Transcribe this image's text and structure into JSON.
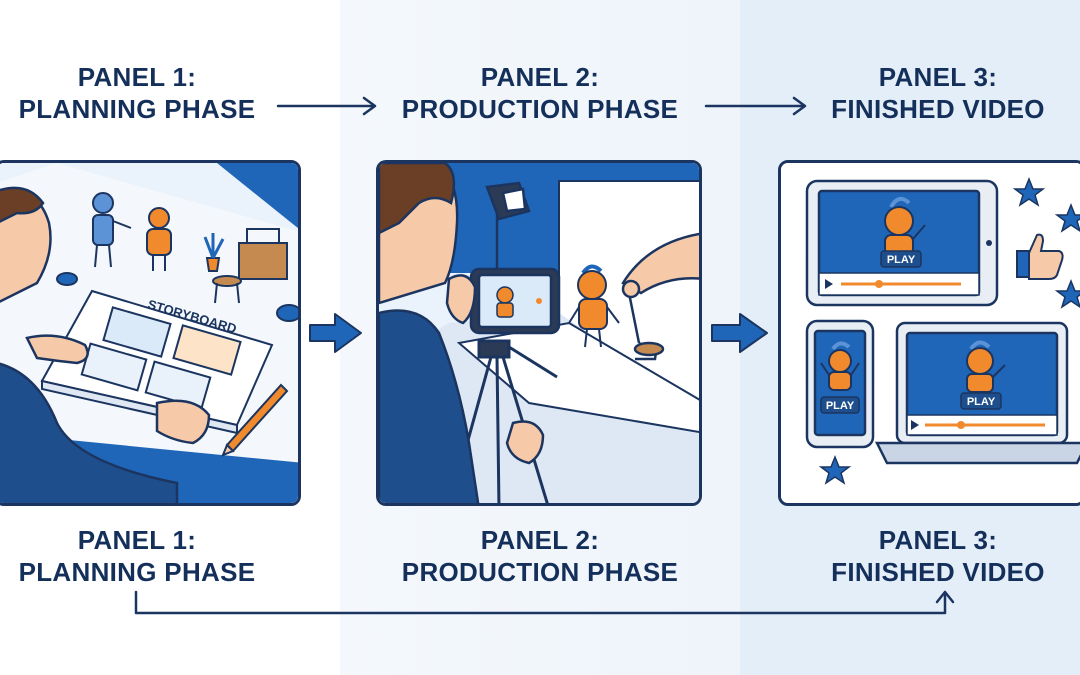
{
  "colors": {
    "navy": "#1b3560",
    "blue": "#1f66b8",
    "orange": "#f08a2c",
    "skin": "#f6c9a8",
    "background_panel3": "#e3eef8"
  },
  "top_titles": [
    {
      "line1": "PANEL 1:",
      "line2": "PLANNING PHASE"
    },
    {
      "line1": "PANEL 2:",
      "line2": "PRODUCTION PHASE"
    },
    {
      "line1": "PANEL 3:",
      "line2": "FINISHED VIDEO"
    }
  ],
  "bottom_titles": [
    {
      "line1": "PANEL 1:",
      "line2": "PLANNING PHASE"
    },
    {
      "line1": "PANEL 2:",
      "line2": "PRODUCTION PHASE"
    },
    {
      "line1": "PANEL 3:",
      "line2": "FINISHED VIDEO"
    }
  ],
  "panel1": {
    "storyboard_label": "STORYBOARD",
    "icons": [
      "person-icon",
      "figurine-icon",
      "pencil-icon",
      "plant-icon",
      "stool-icon",
      "toolbox-icon"
    ]
  },
  "panel2": {
    "icons": [
      "camera-phone-icon",
      "tripod-icon",
      "studio-light-icon",
      "figurine-icon",
      "hand-icon"
    ]
  },
  "panel3": {
    "devices": [
      {
        "type": "tablet",
        "play_label": "PLAY"
      },
      {
        "type": "phone",
        "play_label": "PLAY"
      },
      {
        "type": "laptop",
        "play_label": "PLAY"
      }
    ],
    "icons": [
      "star-icon",
      "thumbs-up-icon"
    ]
  }
}
